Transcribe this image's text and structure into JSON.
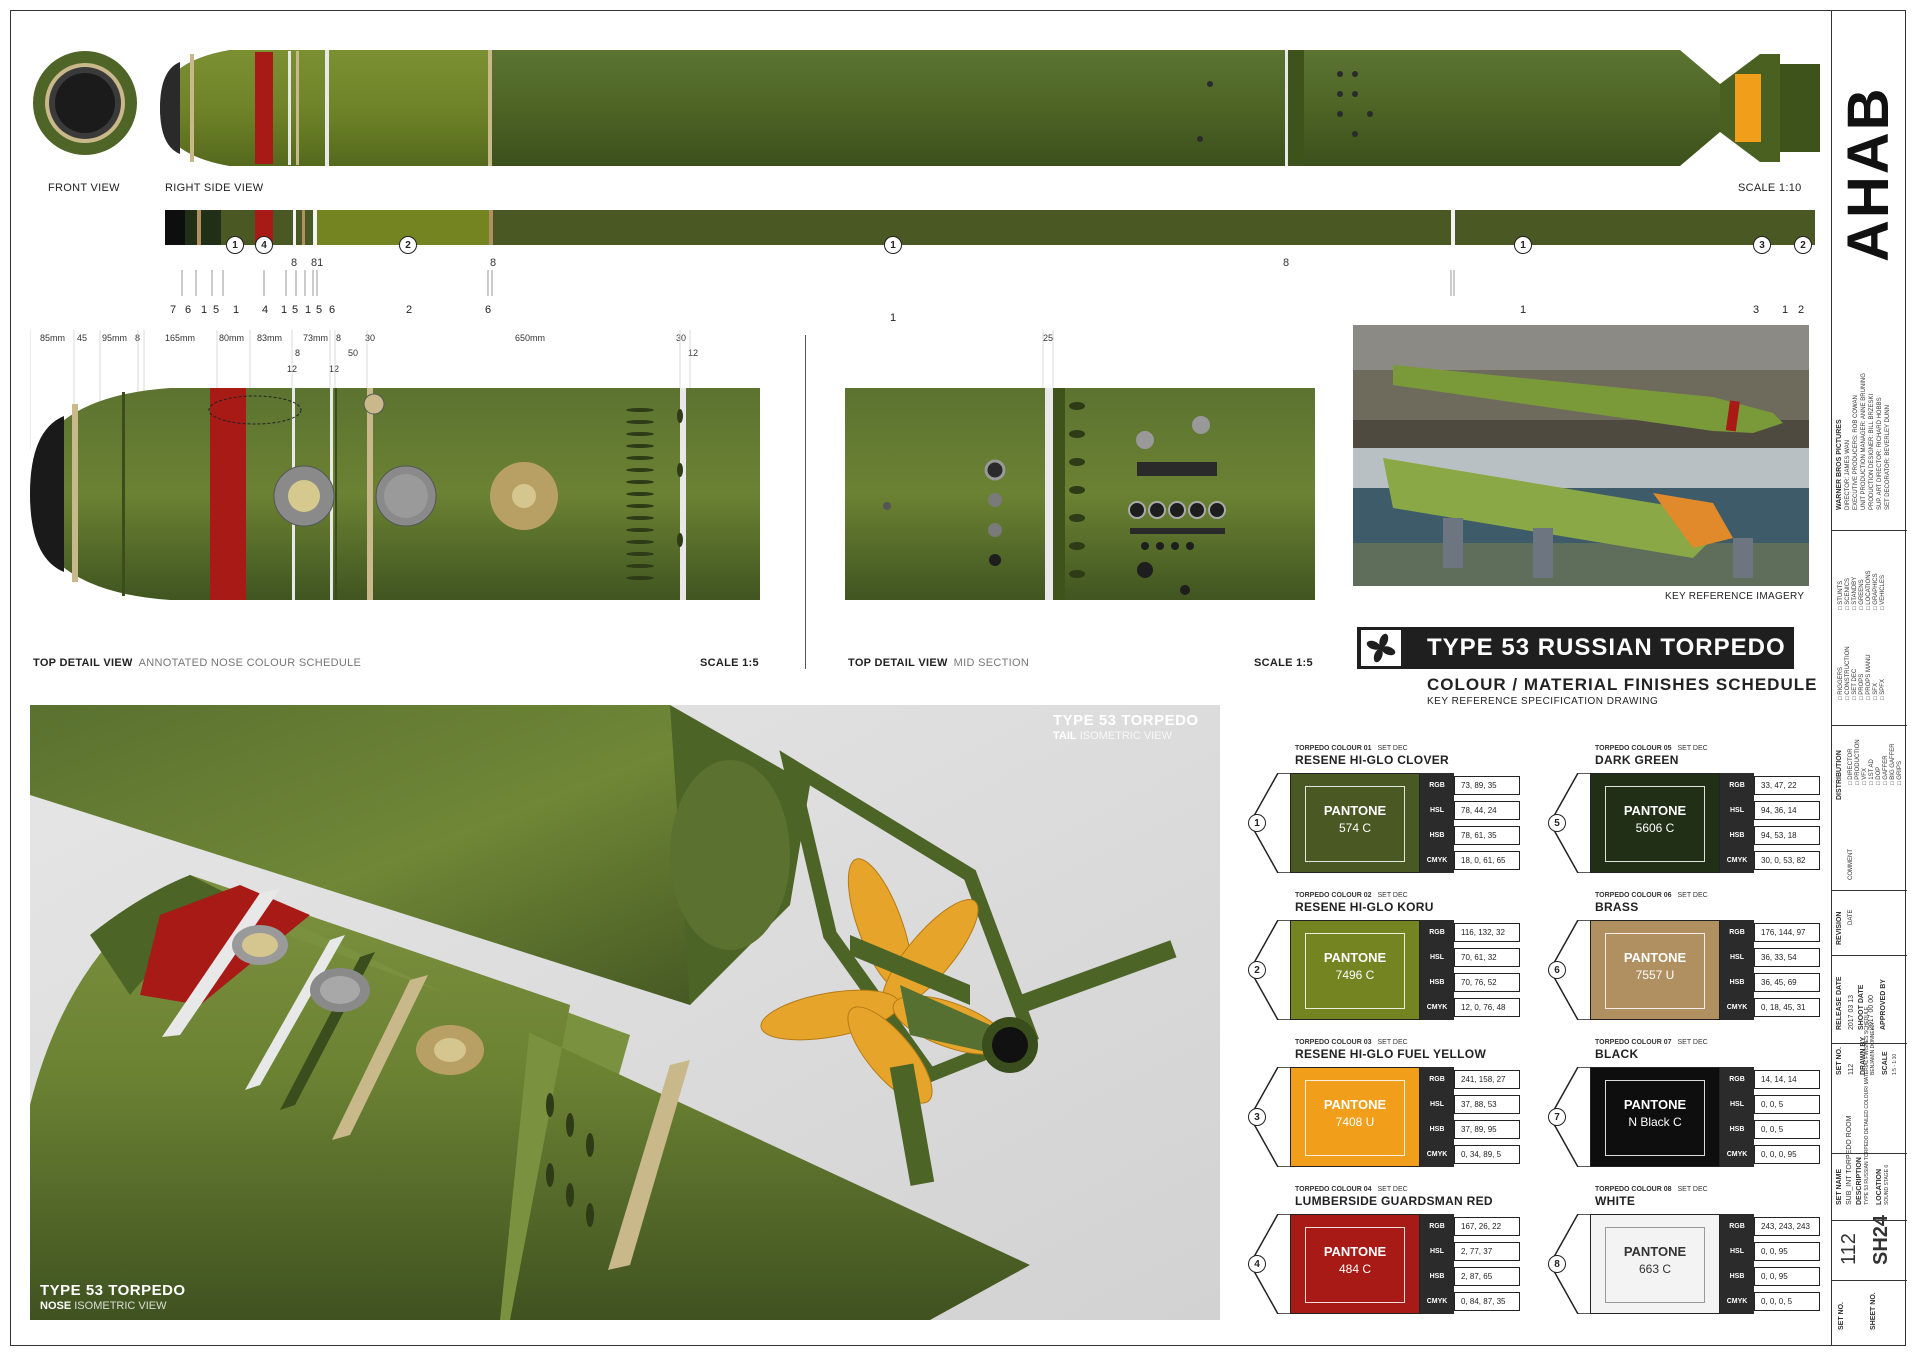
{
  "views": {
    "front_view": "FRONT VIEW",
    "right_side_view": "RIGHT SIDE VIEW",
    "scale_side": "SCALE 1:10",
    "top_detail_label": "TOP DETAIL VIEW",
    "top_detail_sub": "ANNOTATED NOSE COLOUR SCHEDULE",
    "top_detail_scale": "SCALE 1:5",
    "mid_label": "TOP DETAIL VIEW",
    "mid_sub": "MID SECTION",
    "mid_scale": "SCALE 1:5",
    "key_reference": "KEY REFERENCE IMAGERY",
    "tail_title": "TYPE 53 TORPEDO",
    "tail_sub_bold": "TAIL",
    "tail_sub": "ISOMETRIC VIEW",
    "nose_title": "TYPE 53 TORPEDO",
    "nose_sub_bold": "NOSE",
    "nose_sub": "ISOMETRIC VIEW"
  },
  "strip_labels": {
    "callouts": [
      "1",
      "4",
      "2",
      "1",
      "1",
      "3",
      "2"
    ],
    "eights": [
      "8",
      "81",
      "8",
      "8"
    ],
    "bottom_codes": [
      "7",
      "6",
      "1",
      "5",
      "1",
      "4",
      "1",
      "5",
      "1",
      "5",
      "6",
      "2",
      "6",
      "3",
      "1",
      "2"
    ],
    "lower_ones": [
      "1",
      "1"
    ]
  },
  "dims": {
    "top": [
      "85mm",
      "45",
      "95mm",
      "8",
      "165mm",
      "80mm",
      "83mm",
      "73mm",
      "8",
      "30",
      "650mm",
      "30"
    ],
    "second": [
      "8",
      "12",
      "12",
      "50",
      "12"
    ],
    "mid": [
      "25"
    ]
  },
  "title": {
    "main": "TYPE 53 RUSSIAN TORPEDO",
    "subtitle": "COLOUR  / MATERIAL FINISHES SCHEDULE",
    "spec": "KEY REFERENCE SPECIFICATION DRAWING"
  },
  "swatches": [
    {
      "num": "1",
      "label": "TORPEDO COLOUR 01",
      "tag": "SET DEC",
      "name": "RESENE HI-GLO CLOVER",
      "pantone": "PANTONE",
      "code": "574 C",
      "color": "#4a5923",
      "text": "#ffffff",
      "rgb": "73, 89, 35",
      "hsl": "78, 44, 24",
      "hsb": "78, 61, 35",
      "cmyk": "18, 0, 61, 65"
    },
    {
      "num": "5",
      "label": "TORPEDO COLOUR 05",
      "tag": "SET DEC",
      "name": "DARK GREEN",
      "pantone": "PANTONE",
      "code": "5606 C",
      "color": "#212f16",
      "text": "#ffffff",
      "rgb": "33, 47, 22",
      "hsl": "94, 36, 14",
      "hsb": "94, 53, 18",
      "cmyk": "30, 0, 53, 82"
    },
    {
      "num": "2",
      "label": "TORPEDO COLOUR 02",
      "tag": "SET DEC",
      "name": "RESENE HI-GLO KORU",
      "pantone": "PANTONE",
      "code": "7496 C",
      "color": "#748420",
      "text": "#ffffff",
      "rgb": "116, 132, 32",
      "hsl": "70, 61, 32",
      "hsb": "70, 76, 52",
      "cmyk": "12, 0, 76, 48"
    },
    {
      "num": "6",
      "label": "TORPEDO COLOUR 06",
      "tag": "SET DEC",
      "name": "BRASS",
      "pantone": "PANTONE",
      "code": "7557 U",
      "color": "#b09061",
      "text": "#ffffff",
      "rgb": "176, 144, 97",
      "hsl": "36, 33, 54",
      "hsb": "36, 45, 69",
      "cmyk": "0, 18, 45, 31"
    },
    {
      "num": "3",
      "label": "TORPEDO COLOUR 03",
      "tag": "SET DEC",
      "name": "RESENE HI-GLO FUEL YELLOW",
      "pantone": "PANTONE",
      "code": "7408 U",
      "color": "#f19e1b",
      "text": "#ffffff",
      "rgb": "241, 158, 27",
      "hsl": "37, 88, 53",
      "hsb": "37, 89, 95",
      "cmyk": "0, 34, 89, 5"
    },
    {
      "num": "7",
      "label": "TORPEDO COLOUR 07",
      "tag": "SET DEC",
      "name": "BLACK",
      "pantone": "PANTONE",
      "code": "N Black C",
      "color": "#0e0e0e",
      "text": "#ffffff",
      "rgb": "14, 14, 14",
      "hsl": "0, 0, 5",
      "hsb": "0, 0, 5",
      "cmyk": "0, 0, 0, 95"
    },
    {
      "num": "4",
      "label": "TORPEDO COLOUR 04",
      "tag": "SET DEC",
      "name": "LUMBERSIDE GUARDSMAN RED",
      "pantone": "PANTONE",
      "code": "484 C",
      "color": "#a71a16",
      "text": "#ffffff",
      "rgb": "167, 26, 22",
      "hsl": "2, 77, 37",
      "hsb": "2, 87, 65",
      "cmyk": "0, 84, 87, 35"
    },
    {
      "num": "8",
      "label": "TORPEDO COLOUR 08",
      "tag": "SET DEC",
      "name": "WHITE",
      "pantone": "PANTONE",
      "code": "663 C",
      "color": "#f3f3f3",
      "text": "#333333",
      "rgb": "243, 243, 243",
      "hsl": "0, 0, 95",
      "hsb": "0, 0, 95",
      "cmyk": "0, 0, 0, 5"
    }
  ],
  "title_block": {
    "logo": "AHAB",
    "studio": "WARNER BROS PICTURES",
    "credits": [
      "DIRECTOR: JAMES WAN",
      "EXECUTIVE PRODUCERS: ROB COWAN",
      "UNIT PRODUCTION MANAGER: ANNE BRUNING",
      "PRODUCTION DESIGNER: BILL BRZESKI",
      "SUP. ART DIRECTOR: RICHARD HOBBS",
      "SET DECORATOR: BEVERLEY DUNN"
    ],
    "dept_col1": [
      "STUNTS",
      "SCENICS",
      "STANDBY",
      "GREENS",
      "LOCATIONS",
      "GRAPHICS",
      "VEHICLES"
    ],
    "dept_col2": [
      "RIGGERS",
      "CONSTRUCTION",
      "SET DEC",
      "PROPS",
      "PROPS MANU",
      "SFX",
      "SPFX"
    ],
    "dept_col3": [
      "DIRECTOR",
      "PRODUCTION",
      "VFX",
      "1ST AD",
      "DOP",
      "GAFFER",
      "BIG GAFFER",
      "GRIPS"
    ],
    "distribution": "DISTRIBUTION",
    "comment": "COMMENT",
    "revision": "REVISION",
    "date": "DATE",
    "release_date_label": "RELEASE DATE",
    "release_date": "2017 03 13",
    "shoot_date_label": "SHOOT DATE",
    "shoot_date": "2017 00 00",
    "approved_by": "APPROVED BY",
    "set_no_label": "SET NO.",
    "set_no_val": "112",
    "drawn_by_label": "DRAWN BY",
    "drawn_by": "BENJAMIN DONNELLY",
    "scale_label": "SCALE",
    "scale": "1:5 - 1:10",
    "set_name_label": "SET NAME",
    "set_name": "SUB_INT TORPEDO ROOM",
    "description_label": "DESCRIPTION",
    "description": "TYPE 53 RUSSIAN TORPEDO DETAILED COLOUR/ MATERIAL FINISHES SCHEDULE",
    "location_label": "LOCATION",
    "location": "SOUND STAGE 6",
    "set_no_big": "112",
    "sheet_no_label": "SHEET NO.",
    "sheet_no": "SH24",
    "set_no_bottom": "SET NO."
  }
}
